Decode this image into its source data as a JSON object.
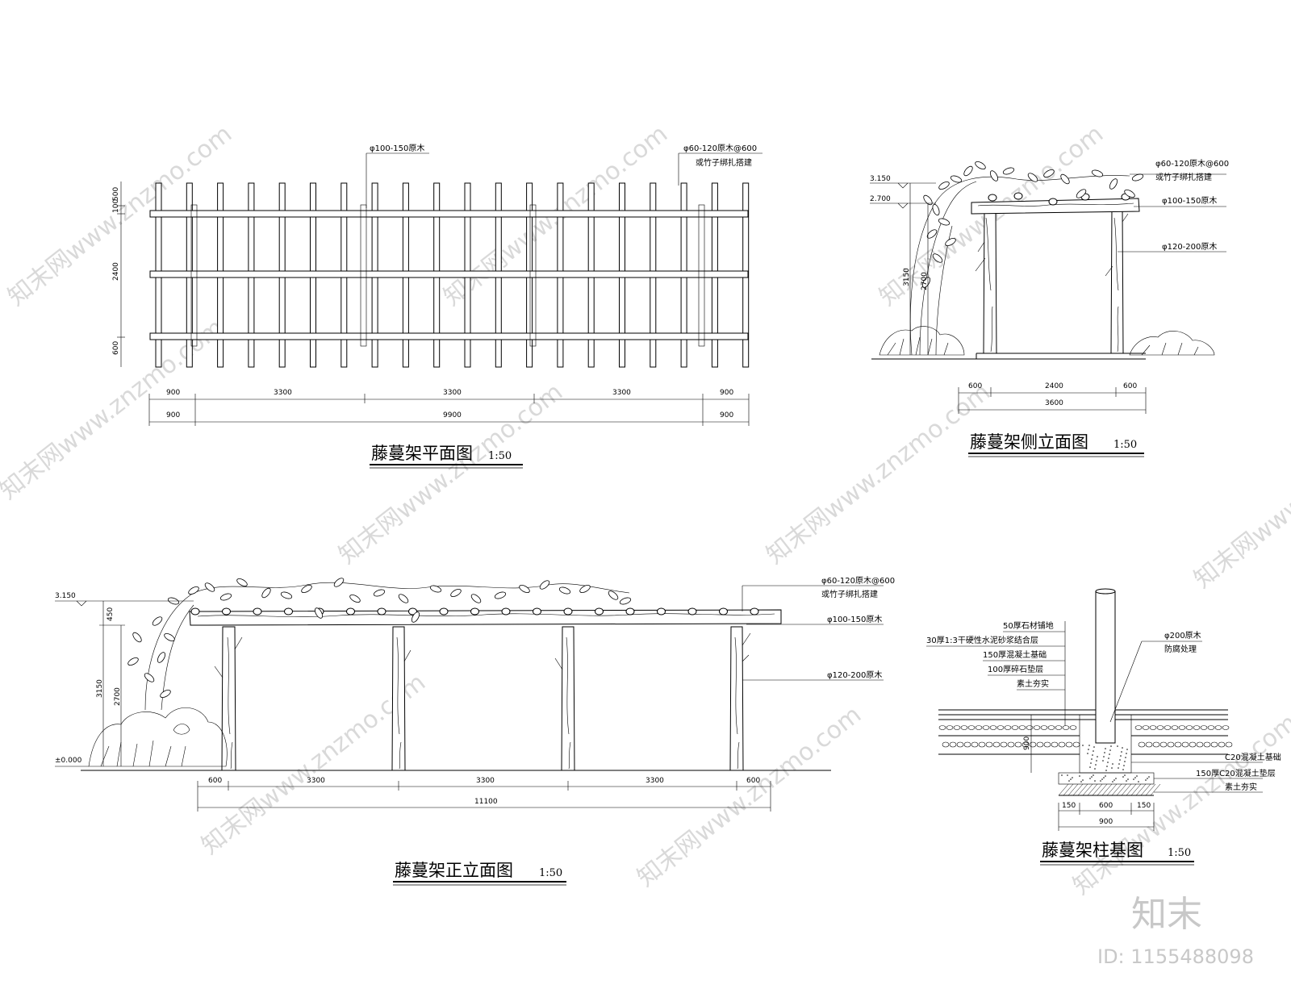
{
  "plan": {
    "title": "藤蔓架平面图",
    "scale": "1:50",
    "note_purlin": "φ100-150原木",
    "note_rafter_1": "φ60-120原木@600",
    "note_rafter_2": "或竹子绑扎搭建",
    "left_dims": [
      "500",
      "100",
      "2400",
      "600"
    ],
    "dims_row1": [
      "900",
      "3300",
      "3300",
      "3300",
      "900"
    ],
    "dims_row2": [
      "900",
      "9900",
      "900"
    ]
  },
  "side": {
    "title": "藤蔓架侧立面图",
    "scale": "1:50",
    "level_top": "3.150",
    "level_mid": "2.700",
    "note_1": "φ60-120原木@600",
    "note_2": "或竹子绑扎搭建",
    "note_3": "φ100-150原木",
    "note_4": "φ120-200原木",
    "height_1": "3150",
    "height_2": "2700",
    "dims_row1": [
      "600",
      "2400",
      "600"
    ],
    "dims_row2": [
      "3600"
    ]
  },
  "front": {
    "title": "藤蔓架正立面图",
    "scale": "1:50",
    "level_top": "3.150",
    "level_ground": "±0.000",
    "note_1": "φ60-120原木@600",
    "note_2": "或竹子绑扎搭建",
    "note_3": "φ100-150原木",
    "note_4": "φ120-200原木",
    "height_top": "450",
    "height_1": "3150",
    "height_2": "2700",
    "dims_row1": [
      "600",
      "3300",
      "3300",
      "3300",
      "600"
    ],
    "dims_row2": [
      "11100"
    ]
  },
  "base": {
    "title": "藤蔓架柱基图",
    "scale": "1:50",
    "layers": [
      "50厚石材铺地",
      "30厚1:3干硬性水泥砂浆结合层",
      "150厚混凝土基础",
      "100厚碎石垫层",
      "素土夯实"
    ],
    "post_note_1": "φ200原木",
    "post_note_2": "防腐处理",
    "depth": "900",
    "footing_notes": [
      "C20混凝土基础",
      "150厚C20混凝土垫层",
      "素土夯实"
    ],
    "dims_row1": [
      "150",
      "600",
      "150"
    ],
    "dims_row2": [
      "900"
    ]
  },
  "watermark": {
    "text": "知末网www.znzmo.com",
    "brand": "知末",
    "id": "ID: 1155488098"
  }
}
